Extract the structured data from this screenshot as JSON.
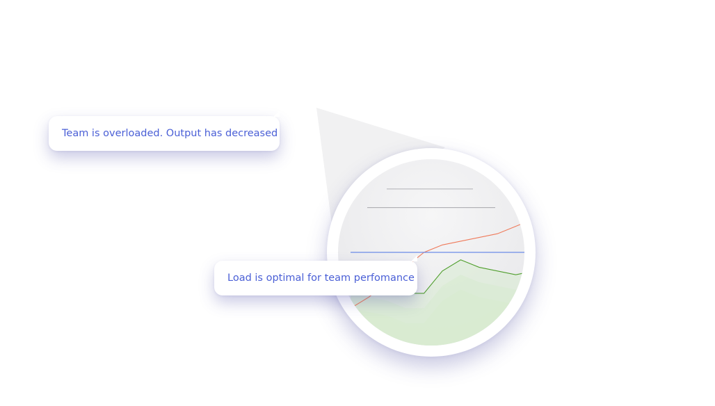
{
  "callouts": {
    "overloaded": "Team is overloaded. Output has decreased",
    "optimal": "Load is optimal for team perfomance"
  },
  "colors": {
    "callout_text": "#4a5fd6",
    "load_line": "#ef7a5a",
    "optimal_line": "#6b8be8",
    "output_line": "#4f9e2c",
    "output_area": "#d7ebcf"
  },
  "chart_data": {
    "type": "line",
    "grid": true,
    "x": [
      0,
      1,
      2,
      3,
      4,
      5,
      6,
      7,
      8,
      9,
      10
    ],
    "series": [
      {
        "values": [
          10,
          13,
          17,
          21,
          25,
          27,
          28,
          29,
          30,
          32,
          34
        ]
      },
      {
        "values": [
          25,
          25,
          25,
          25,
          25,
          25,
          25,
          25,
          25,
          25,
          25
        ]
      },
      {
        "values": [
          18,
          17,
          16,
          14,
          14,
          20,
          23,
          21,
          20,
          19,
          20
        ]
      }
    ]
  }
}
